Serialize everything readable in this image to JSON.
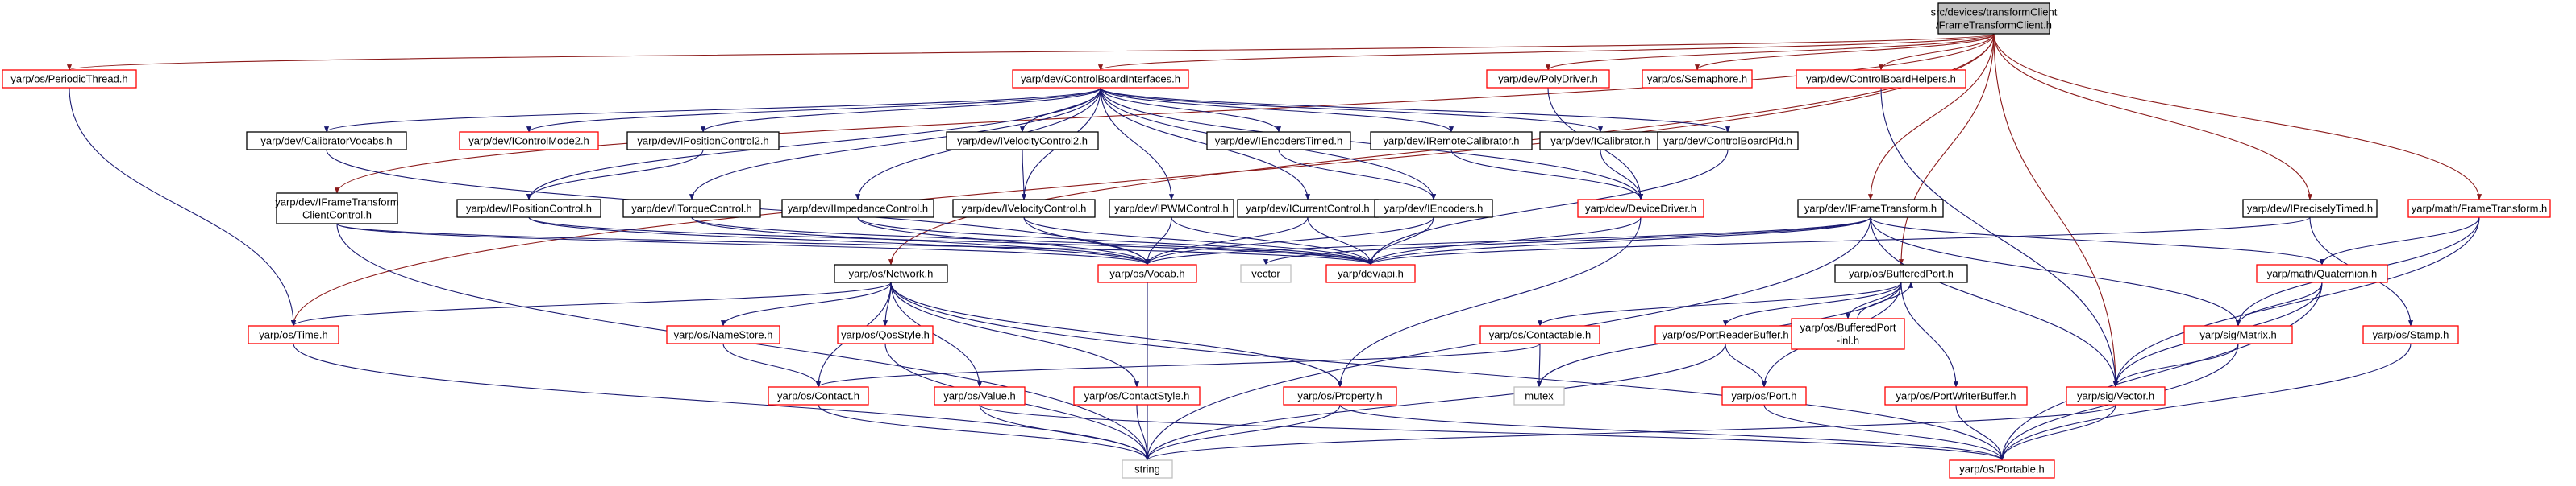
{
  "colors": {
    "root_fill": "#bfbfbf",
    "root_stroke": "#000000",
    "plain_stroke": "#000000",
    "red_stroke": "#ff0000",
    "gray_stroke": "#bfbfbf",
    "include_edge": "#191970",
    "root_edge": "#8b1a1a",
    "background": "#ffffff"
  },
  "nodes": [
    {
      "id": "root",
      "lines": [
        "src/devices/transformClient",
        "/FrameTransformClient.h"
      ],
      "style": "root"
    },
    {
      "id": "periodic",
      "lines": [
        "yarp/os/PeriodicThread.h"
      ],
      "style": "red"
    },
    {
      "id": "cbi",
      "lines": [
        "yarp/dev/ControlBoardInterfaces.h"
      ],
      "style": "red"
    },
    {
      "id": "polydriver",
      "lines": [
        "yarp/dev/PolyDriver.h"
      ],
      "style": "red"
    },
    {
      "id": "semaphore",
      "lines": [
        "yarp/os/Semaphore.h"
      ],
      "style": "red"
    },
    {
      "id": "cbhelpers",
      "lines": [
        "yarp/dev/ControlBoardHelpers.h"
      ],
      "style": "red"
    },
    {
      "id": "calvocabs",
      "lines": [
        "yarp/dev/CalibratorVocabs.h"
      ],
      "style": "plain"
    },
    {
      "id": "icm2",
      "lines": [
        "yarp/dev/IControlMode2.h"
      ],
      "style": "red"
    },
    {
      "id": "ipc2",
      "lines": [
        "yarp/dev/IPositionControl2.h"
      ],
      "style": "plain"
    },
    {
      "id": "ivc2",
      "lines": [
        "yarp/dev/IVelocityControl2.h"
      ],
      "style": "plain"
    },
    {
      "id": "ienct",
      "lines": [
        "yarp/dev/IEncodersTimed.h"
      ],
      "style": "plain"
    },
    {
      "id": "iremcal",
      "lines": [
        "yarp/dev/IRemoteCalibrator.h"
      ],
      "style": "plain"
    },
    {
      "id": "ical",
      "lines": [
        "yarp/dev/ICalibrator.h"
      ],
      "style": "plain"
    },
    {
      "id": "cbpid",
      "lines": [
        "yarp/dev/ControlBoardPid.h"
      ],
      "style": "plain"
    },
    {
      "id": "iftcc",
      "lines": [
        "yarp/dev/IFrameTransform",
        "ClientControl.h"
      ],
      "style": "plain"
    },
    {
      "id": "ipc",
      "lines": [
        "yarp/dev/IPositionControl.h"
      ],
      "style": "plain"
    },
    {
      "id": "itc",
      "lines": [
        "yarp/dev/ITorqueControl.h"
      ],
      "style": "plain"
    },
    {
      "id": "iic",
      "lines": [
        "yarp/dev/IImpedanceControl.h"
      ],
      "style": "plain"
    },
    {
      "id": "ivc",
      "lines": [
        "yarp/dev/IVelocityControl.h"
      ],
      "style": "plain"
    },
    {
      "id": "ipwm",
      "lines": [
        "yarp/dev/IPWMControl.h"
      ],
      "style": "plain"
    },
    {
      "id": "icur",
      "lines": [
        "yarp/dev/ICurrentControl.h"
      ],
      "style": "plain"
    },
    {
      "id": "ienc",
      "lines": [
        "yarp/dev/IEncoders.h"
      ],
      "style": "plain"
    },
    {
      "id": "devdriver",
      "lines": [
        "yarp/dev/DeviceDriver.h"
      ],
      "style": "red"
    },
    {
      "id": "ift",
      "lines": [
        "yarp/dev/IFrameTransform.h"
      ],
      "style": "plain"
    },
    {
      "id": "ipt",
      "lines": [
        "yarp/dev/IPreciselyTimed.h"
      ],
      "style": "plain"
    },
    {
      "id": "mft",
      "lines": [
        "yarp/math/FrameTransform.h"
      ],
      "style": "red"
    },
    {
      "id": "network",
      "lines": [
        "yarp/os/Network.h"
      ],
      "style": "plain"
    },
    {
      "id": "vocab",
      "lines": [
        "yarp/os/Vocab.h"
      ],
      "style": "red"
    },
    {
      "id": "vector",
      "lines": [
        "vector"
      ],
      "style": "gray"
    },
    {
      "id": "api",
      "lines": [
        "yarp/dev/api.h"
      ],
      "style": "red"
    },
    {
      "id": "bport",
      "lines": [
        "yarp/os/BufferedPort.h"
      ],
      "style": "plain"
    },
    {
      "id": "quat",
      "lines": [
        "yarp/math/Quaternion.h"
      ],
      "style": "red"
    },
    {
      "id": "time",
      "lines": [
        "yarp/os/Time.h"
      ],
      "style": "red"
    },
    {
      "id": "namestore",
      "lines": [
        "yarp/os/NameStore.h"
      ],
      "style": "red"
    },
    {
      "id": "qos",
      "lines": [
        "yarp/os/QosStyle.h"
      ],
      "style": "red"
    },
    {
      "id": "contactable",
      "lines": [
        "yarp/os/Contactable.h"
      ],
      "style": "red"
    },
    {
      "id": "prb",
      "lines": [
        "yarp/os/PortReaderBuffer.h"
      ],
      "style": "red"
    },
    {
      "id": "bportinl",
      "lines": [
        "yarp/os/BufferedPort",
        "-inl.h"
      ],
      "style": "red"
    },
    {
      "id": "matrix",
      "lines": [
        "yarp/sig/Matrix.h"
      ],
      "style": "red"
    },
    {
      "id": "stamp",
      "lines": [
        "yarp/os/Stamp.h"
      ],
      "style": "red"
    },
    {
      "id": "contact",
      "lines": [
        "yarp/os/Contact.h"
      ],
      "style": "red"
    },
    {
      "id": "value",
      "lines": [
        "yarp/os/Value.h"
      ],
      "style": "red"
    },
    {
      "id": "cstyle",
      "lines": [
        "yarp/os/ContactStyle.h"
      ],
      "style": "red"
    },
    {
      "id": "property",
      "lines": [
        "yarp/os/Property.h"
      ],
      "style": "red"
    },
    {
      "id": "mutex",
      "lines": [
        "mutex"
      ],
      "style": "gray"
    },
    {
      "id": "port",
      "lines": [
        "yarp/os/Port.h"
      ],
      "style": "red"
    },
    {
      "id": "pwb",
      "lines": [
        "yarp/os/PortWriterBuffer.h"
      ],
      "style": "red"
    },
    {
      "id": "svector",
      "lines": [
        "yarp/sig/Vector.h"
      ],
      "style": "red"
    },
    {
      "id": "string",
      "lines": [
        "string"
      ],
      "style": "gray"
    },
    {
      "id": "portable",
      "lines": [
        "yarp/os/Portable.h"
      ],
      "style": "red"
    }
  ],
  "edges": [
    [
      "root",
      "periodic"
    ],
    [
      "root",
      "cbi"
    ],
    [
      "root",
      "polydriver"
    ],
    [
      "root",
      "semaphore"
    ],
    [
      "root",
      "cbhelpers"
    ],
    [
      "root",
      "ipt"
    ],
    [
      "root",
      "mft"
    ],
    [
      "root",
      "ift"
    ],
    [
      "root",
      "iftcc"
    ],
    [
      "root",
      "time"
    ],
    [
      "root",
      "network"
    ],
    [
      "root",
      "bport"
    ],
    [
      "root",
      "svector"
    ],
    [
      "periodic",
      "time"
    ],
    [
      "cbi",
      "calvocabs"
    ],
    [
      "cbi",
      "icm2"
    ],
    [
      "cbi",
      "ipc2"
    ],
    [
      "cbi",
      "ivc2"
    ],
    [
      "cbi",
      "ienct"
    ],
    [
      "cbi",
      "iremcal"
    ],
    [
      "cbi",
      "ical"
    ],
    [
      "cbi",
      "cbpid"
    ],
    [
      "cbi",
      "ipc"
    ],
    [
      "cbi",
      "itc"
    ],
    [
      "cbi",
      "iic"
    ],
    [
      "cbi",
      "ivc"
    ],
    [
      "cbi",
      "ipwm"
    ],
    [
      "cbi",
      "icur"
    ],
    [
      "cbi",
      "ienc"
    ],
    [
      "cbi",
      "devdriver"
    ],
    [
      "polydriver",
      "devdriver"
    ],
    [
      "cbhelpers",
      "svector"
    ],
    [
      "calvocabs",
      "vocab"
    ],
    [
      "ipc2",
      "ipc"
    ],
    [
      "ivc2",
      "ivc"
    ],
    [
      "ienct",
      "ienc"
    ],
    [
      "iremcal",
      "devdriver"
    ],
    [
      "ical",
      "devdriver"
    ],
    [
      "cbpid",
      "api"
    ],
    [
      "iftcc",
      "vocab"
    ],
    [
      "iftcc",
      "api"
    ],
    [
      "iftcc",
      "string"
    ],
    [
      "ipc",
      "vocab"
    ],
    [
      "ipc",
      "api"
    ],
    [
      "itc",
      "vocab"
    ],
    [
      "itc",
      "api"
    ],
    [
      "iic",
      "vocab"
    ],
    [
      "iic",
      "api"
    ],
    [
      "ivc",
      "vocab"
    ],
    [
      "ivc",
      "api"
    ],
    [
      "ipwm",
      "vocab"
    ],
    [
      "ipwm",
      "api"
    ],
    [
      "icur",
      "vocab"
    ],
    [
      "icur",
      "api"
    ],
    [
      "ienc",
      "vocab"
    ],
    [
      "ienc",
      "api"
    ],
    [
      "devdriver",
      "api"
    ],
    [
      "devdriver",
      "property"
    ],
    [
      "ift",
      "api"
    ],
    [
      "ift",
      "vector"
    ],
    [
      "ift",
      "string"
    ],
    [
      "ift",
      "vocab"
    ],
    [
      "ift",
      "quat"
    ],
    [
      "ift",
      "matrix"
    ],
    [
      "ift",
      "svector"
    ],
    [
      "ipt",
      "api"
    ],
    [
      "ipt",
      "stamp"
    ],
    [
      "mft",
      "quat"
    ],
    [
      "mft",
      "matrix"
    ],
    [
      "mft",
      "svector"
    ],
    [
      "network",
      "time"
    ],
    [
      "network",
      "namestore"
    ],
    [
      "network",
      "qos"
    ],
    [
      "network",
      "contact"
    ],
    [
      "network",
      "cstyle"
    ],
    [
      "network",
      "value"
    ],
    [
      "network",
      "property"
    ],
    [
      "network",
      "portable"
    ],
    [
      "vocab",
      "string"
    ],
    [
      "bport",
      "contactable"
    ],
    [
      "bport",
      "prb"
    ],
    [
      "bport",
      "bportinl"
    ],
    [
      "bport",
      "port"
    ],
    [
      "bport",
      "pwb"
    ],
    [
      "bport",
      "mutex"
    ],
    [
      "bportinl",
      "bport"
    ],
    [
      "quat",
      "matrix"
    ],
    [
      "quat",
      "svector"
    ],
    [
      "quat",
      "portable"
    ],
    [
      "time",
      "string"
    ],
    [
      "namestore",
      "contact"
    ],
    [
      "qos",
      "string"
    ],
    [
      "contactable",
      "contact"
    ],
    [
      "contactable",
      "mutex"
    ],
    [
      "prb",
      "port"
    ],
    [
      "prb",
      "string"
    ],
    [
      "matrix",
      "svector"
    ],
    [
      "matrix",
      "portable"
    ],
    [
      "stamp",
      "portable"
    ],
    [
      "contact",
      "string"
    ],
    [
      "value",
      "string"
    ],
    [
      "value",
      "portable"
    ],
    [
      "cstyle",
      "string"
    ],
    [
      "property",
      "string"
    ],
    [
      "property",
      "portable"
    ],
    [
      "port",
      "portable"
    ],
    [
      "pwb",
      "portable"
    ],
    [
      "svector",
      "string"
    ],
    [
      "svector",
      "portable"
    ]
  ]
}
